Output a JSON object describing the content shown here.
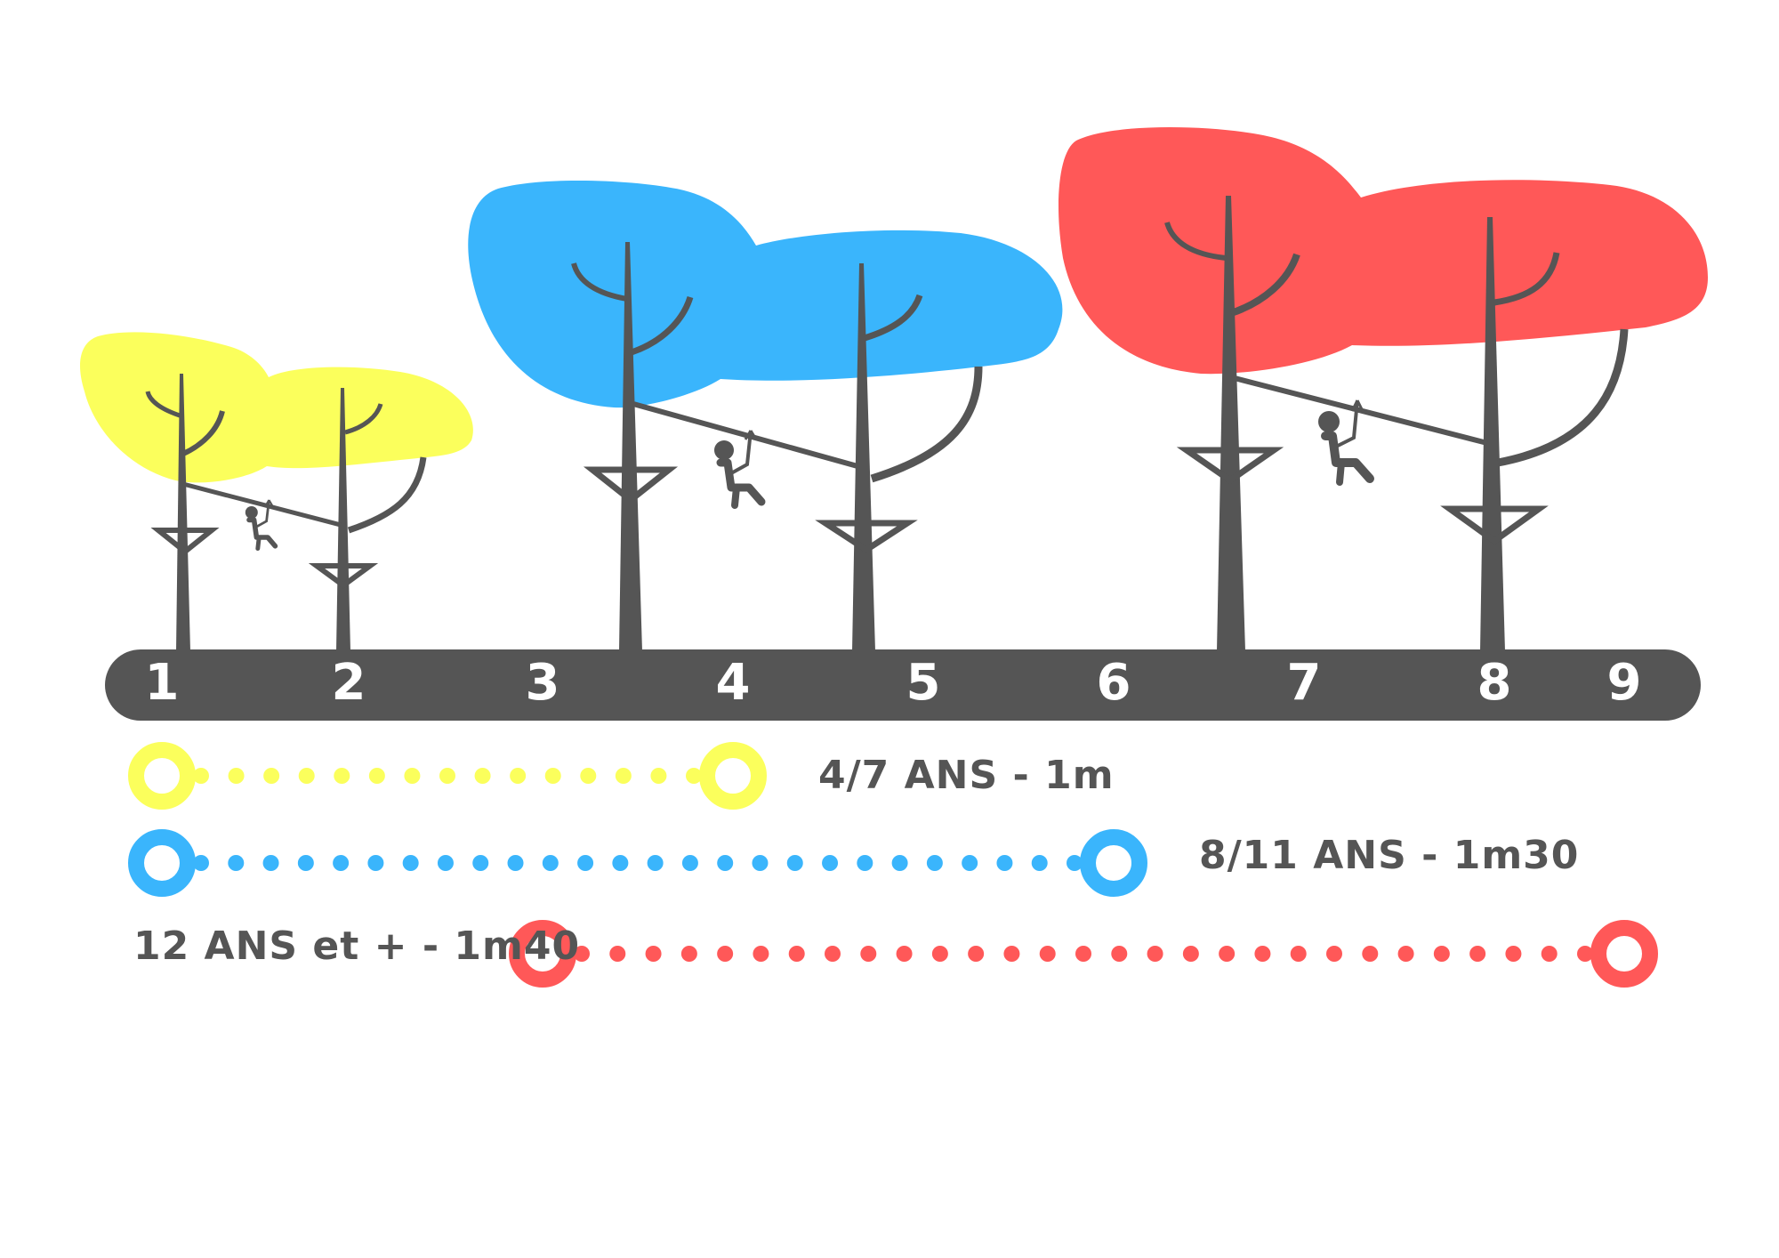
{
  "colors": {
    "yellow": "#fbff5c",
    "blue": "#3ab5fc",
    "red": "#ff5858",
    "dark": "#555555",
    "white": "#ffffff"
  },
  "scale": {
    "positions": [
      "1",
      "2",
      "3",
      "4",
      "5",
      "6",
      "7",
      "8",
      "9"
    ]
  },
  "levels": [
    {
      "id": "yellow",
      "label": "4/7 ANS - 1m",
      "from": 1,
      "to": 4
    },
    {
      "id": "blue",
      "label": "8/11 ANS - 1m30",
      "from": 1,
      "to": 6
    },
    {
      "id": "red",
      "label": "12 ANS et + - 1m40",
      "from": 3,
      "to": 9
    }
  ],
  "icons": [
    "zipline-rider-icon",
    "tree-icon",
    "tree-platform-icon"
  ]
}
